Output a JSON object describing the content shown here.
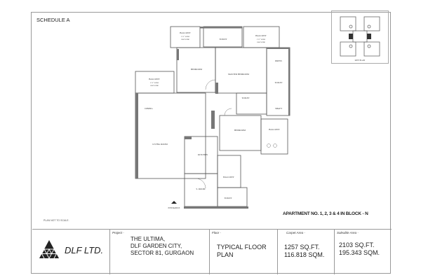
{
  "header": {
    "title": "SCHEDULE A"
  },
  "key_plan": {
    "label": "KEY PLAN"
  },
  "note": "PLAN NOT TO SCALE.",
  "apartment": "APARTMENT NO. 1, 2, 3 & 4 IN BLOCK - N",
  "rooms": {
    "balcony": "BALCONY",
    "balcony_dim": "5'11\" WIDE",
    "balcony_dim_mm": "1800 WIDE",
    "toilet": "TOILET",
    "bedroom": "BEDROOM",
    "master_bedroom": "MASTER BEDROOM",
    "dress": "DRESS",
    "dining": "DINING",
    "living_room": "LIVING ROOM",
    "kitchen": "KITCHEN",
    "s_room": "S. ROOM",
    "shaft": "SHAFT",
    "entrance": "ENTRANCE"
  },
  "title_block": {
    "company": "DLF LTD.",
    "project_label": "Project -",
    "project_lines": [
      "THE ULTIMA,",
      "DLF GARDEN CITY,",
      "SECTOR 81, GURGAON"
    ],
    "floor_label": "Floor -",
    "floor_lines": [
      "TYPICAL FLOOR",
      "PLAN"
    ],
    "carpet_label": "Carpet Area -",
    "carpet_lines": [
      "1257 SQ.FT.",
      "116.818 SQM."
    ],
    "saleable_label": "Saleable Area -",
    "saleable_lines": [
      "2103 SQ.FT.",
      "195.343 SQM."
    ]
  }
}
